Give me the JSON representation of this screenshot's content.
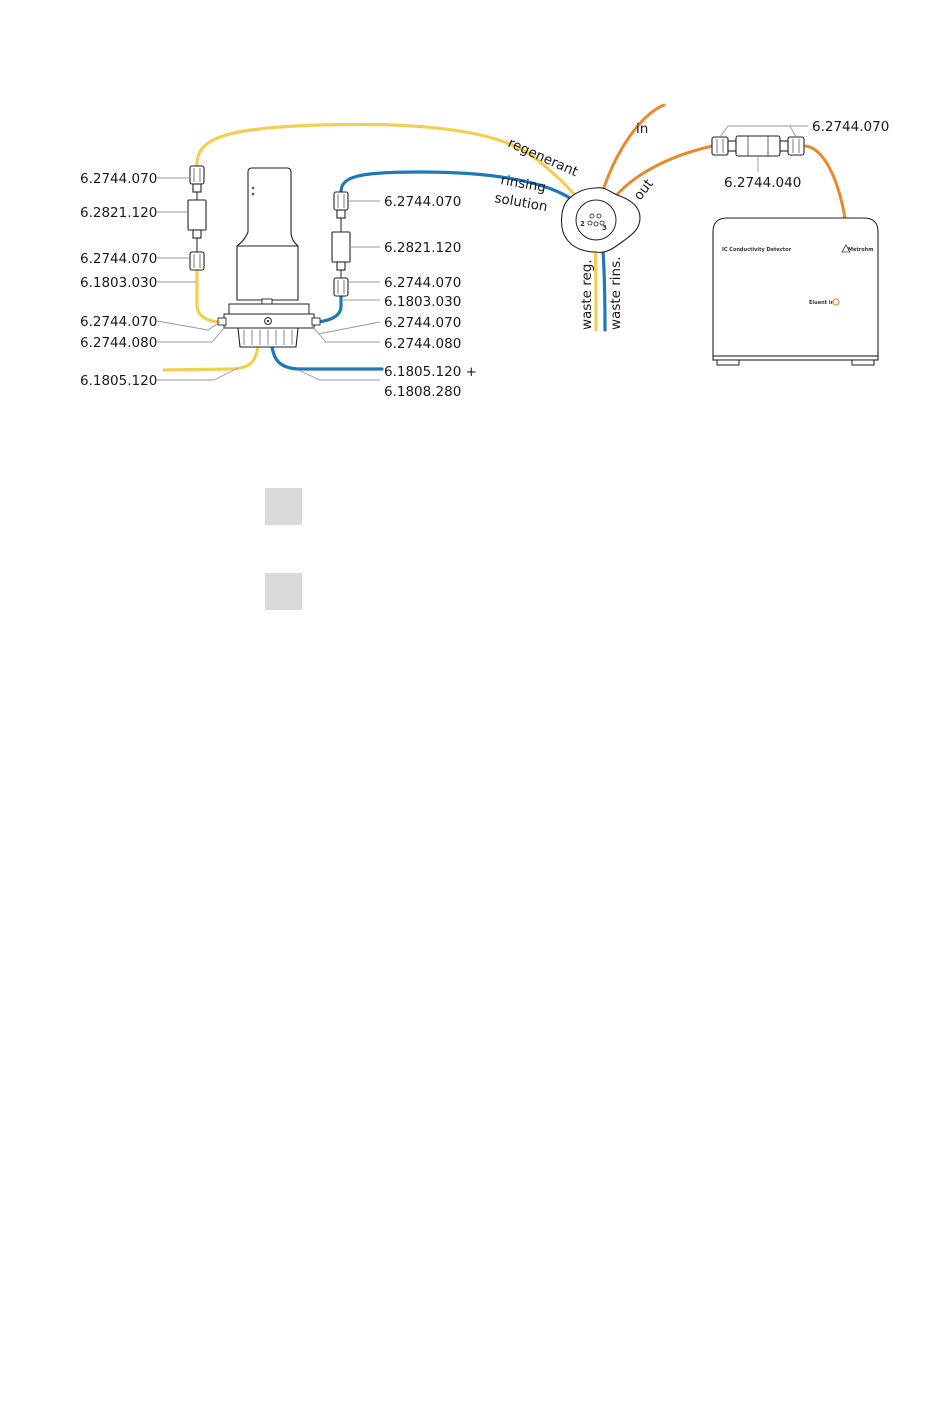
{
  "left_labels": {
    "fitting_top": "6.2744.070",
    "adapter": "6.2821.120",
    "fitting_mid": "6.2744.070",
    "capillary": "6.1803.030",
    "fitting_bottom": "6.2744.070",
    "coupling": "6.2744.080",
    "tubing": "6.1805.120"
  },
  "right_labels": {
    "fitting_top": "6.2744.070",
    "adapter": "6.2821.120",
    "fitting_mid": "6.2744.070",
    "capillary": "6.1803.030",
    "fitting_bottom": "6.2744.070",
    "coupling": "6.2744.080",
    "tubing_line1": "6.1805.120 +",
    "tubing_line2": "6.1808.280"
  },
  "flow_labels": {
    "regenerant": "regenerant",
    "rinsing_line1": "rinsing",
    "rinsing_line2": "solution",
    "in": "in",
    "out": "out",
    "waste_reg": "waste reg.",
    "waste_rins": "waste rins."
  },
  "valve_ports": {
    "port2": "2",
    "port3": "3"
  },
  "coupling_labels": {
    "fitting": "6.2744.070",
    "connector": "6.2744.040"
  },
  "detector": {
    "title": "IC Conductivity Detector",
    "brand": "Metrohm",
    "inlet_label": "Eluent in"
  },
  "colors": {
    "regenerant": "#f2cf52",
    "rinsing": "#1f78b7",
    "eluent": "#e8892f",
    "placeholder_box": "#d9d9d9"
  }
}
